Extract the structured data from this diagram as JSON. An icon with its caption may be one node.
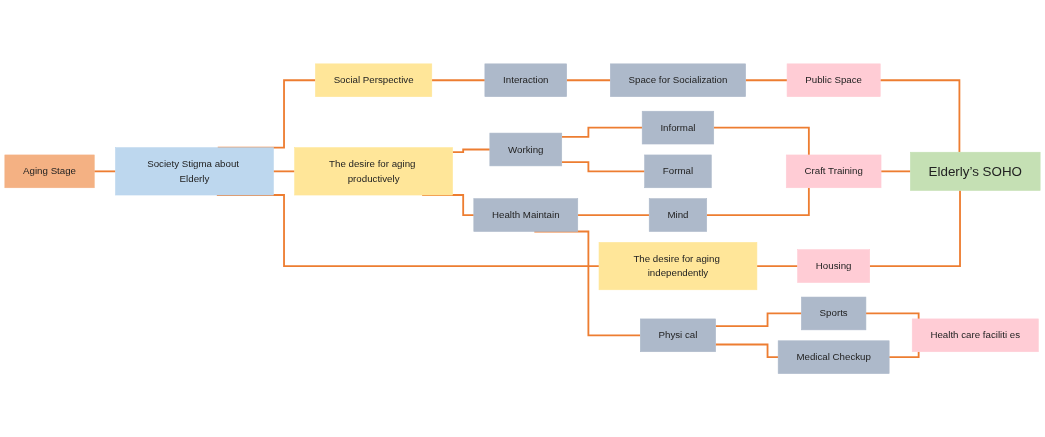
{
  "diagram": {
    "nodes": [
      {
        "text": [
          "Aging Stage"
        ]
      },
      {
        "text": [
          "Society Stigma about Elderly"
        ]
      },
      {
        "text": [
          "Social Perspective"
        ]
      },
      {
        "text": [
          "The desire for aging productively"
        ]
      },
      {
        "text": [
          "The desire for aging independently"
        ]
      },
      {
        "text": [
          "Interaction"
        ]
      },
      {
        "text": [
          "Space for Socialization"
        ]
      },
      {
        "text": [
          "Public Space"
        ]
      },
      {
        "text": [
          "Working"
        ]
      },
      {
        "text": [
          "Health Maintain"
        ]
      },
      {
        "text": [
          "Formal"
        ]
      },
      {
        "text": [
          "Informal"
        ]
      },
      {
        "text": [
          "Mind"
        ]
      },
      {
        "text": [
          "Craft Training"
        ]
      },
      {
        "text": [
          "Physi cal"
        ]
      },
      {
        "text": [
          "Sports"
        ]
      },
      {
        "text": [
          "Medical Checkup"
        ]
      },
      {
        "text": [
          "Health care faciliti es"
        ]
      },
      {
        "text": [
          "Housing"
        ]
      },
      {
        "text": [
          "Elderly’s SOHO"
        ]
      }
    ],
    "edges": [
      {
        "from": 0,
        "to": 1,
        "arrow": "none"
      },
      {
        "from": 1,
        "to": 2,
        "arrow": "none"
      },
      {
        "from": 1,
        "to": 3,
        "arrow": "none"
      },
      {
        "from": 1,
        "to": 4,
        "arrow": "none"
      },
      {
        "from": 2,
        "to": 5,
        "arrow": "none"
      },
      {
        "from": 5,
        "to": 6,
        "arrow": "none"
      },
      {
        "from": 6,
        "to": 7,
        "arrow": "none"
      },
      {
        "from": 7,
        "to": 19,
        "arrow": "none"
      },
      {
        "from": 3,
        "to": 8,
        "arrow": "none"
      },
      {
        "from": 3,
        "to": 9,
        "arrow": "none"
      },
      {
        "from": 8,
        "to": 10,
        "arrow": "none"
      },
      {
        "from": 8,
        "to": 11,
        "arrow": "none"
      },
      {
        "from": 9,
        "to": 12,
        "arrow": "none"
      },
      {
        "from": 9,
        "to": 14,
        "arrow": "none"
      },
      {
        "from": 11,
        "to": 13,
        "arrow": "none"
      },
      {
        "from": 12,
        "to": 13,
        "arrow": "none"
      },
      {
        "from": 13,
        "to": 19,
        "arrow": "none"
      },
      {
        "from": 14,
        "to": 15,
        "arrow": "none"
      },
      {
        "from": 14,
        "to": 16,
        "arrow": "none"
      },
      {
        "from": 15,
        "to": 17,
        "arrow": "none"
      },
      {
        "from": 16,
        "to": 17,
        "arrow": "none"
      },
      {
        "from": 4,
        "to": 18,
        "arrow": "none"
      },
      {
        "from": 18,
        "to": 19,
        "arrow": "none"
      }
    ]
  }
}
